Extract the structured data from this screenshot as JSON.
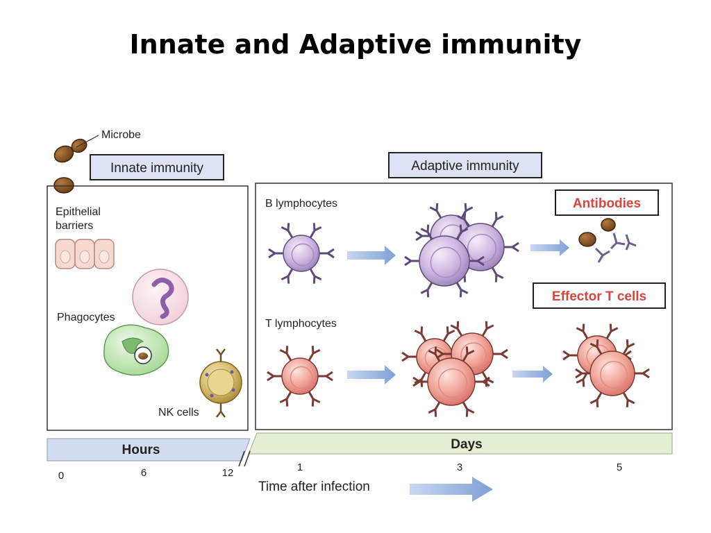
{
  "title": "Innate and Adaptive immunity",
  "labels": {
    "microbe": "Microbe",
    "innate_immunity": "Innate immunity",
    "adaptive_immunity": "Adaptive immunity",
    "epithelial_barriers_line1": "Epithelial",
    "epithelial_barriers_line2": "barriers",
    "phagocytes": "Phagocytes",
    "nk_cells": "NK cells",
    "b_lymphocytes": "B lymphocytes",
    "t_lymphocytes": "T lymphocytes",
    "antibodies": "Antibodies",
    "effector_t_cells": "Effector T cells"
  },
  "timeline": {
    "hours_label": "Hours",
    "days_label": "Days",
    "ticks": [
      "0",
      "6",
      "12",
      "1",
      "3",
      "5"
    ],
    "axis_label": "Time after infection"
  },
  "colors": {
    "innate_bar": "#d4ddef",
    "adaptive_bar": "#e4eed2",
    "label_box": "#dde3f4",
    "highlight_text": "#d8453a",
    "b_cell": "#c9b4dc",
    "t_cell": "#eea49c",
    "nk_cell": "#c7aa55",
    "phagocyte": "#b9e0ad",
    "microbe": "#8b5a2b",
    "arrow": "#8fb0df"
  }
}
